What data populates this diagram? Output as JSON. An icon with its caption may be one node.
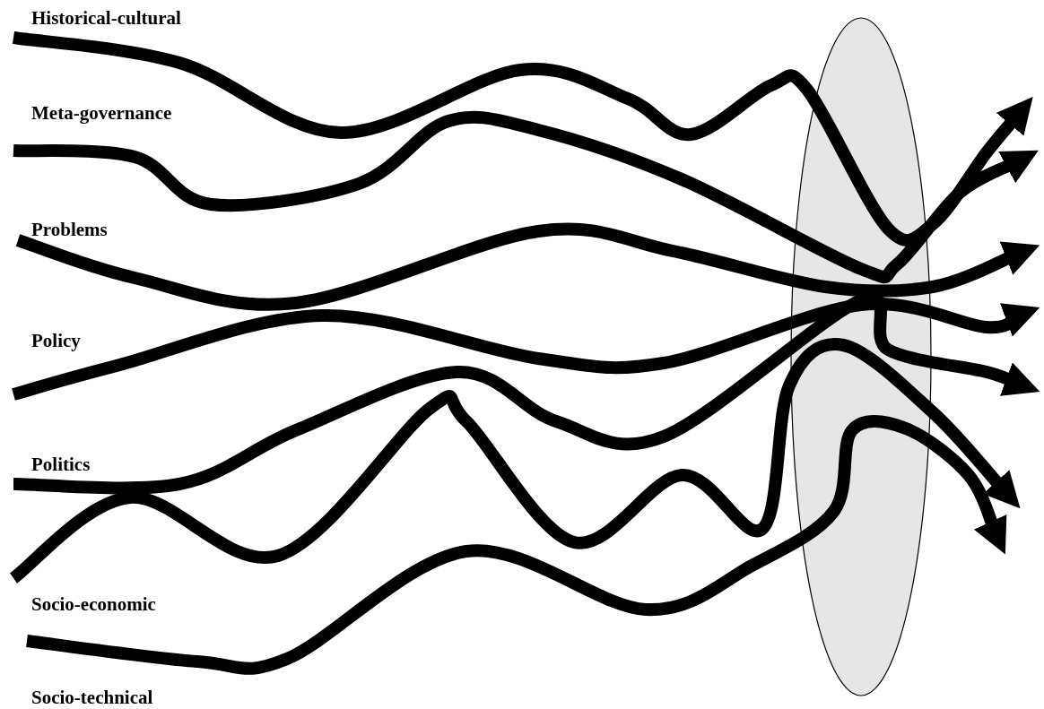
{
  "diagram": {
    "nodes": [
      {
        "text": [],
        "shape": "ellipse"
      }
    ],
    "labels": [
      "Historical-cultural",
      "Meta-governance",
      "Problems",
      "Policy",
      "Politics",
      "Socio-economic",
      "Socio-technical"
    ]
  }
}
